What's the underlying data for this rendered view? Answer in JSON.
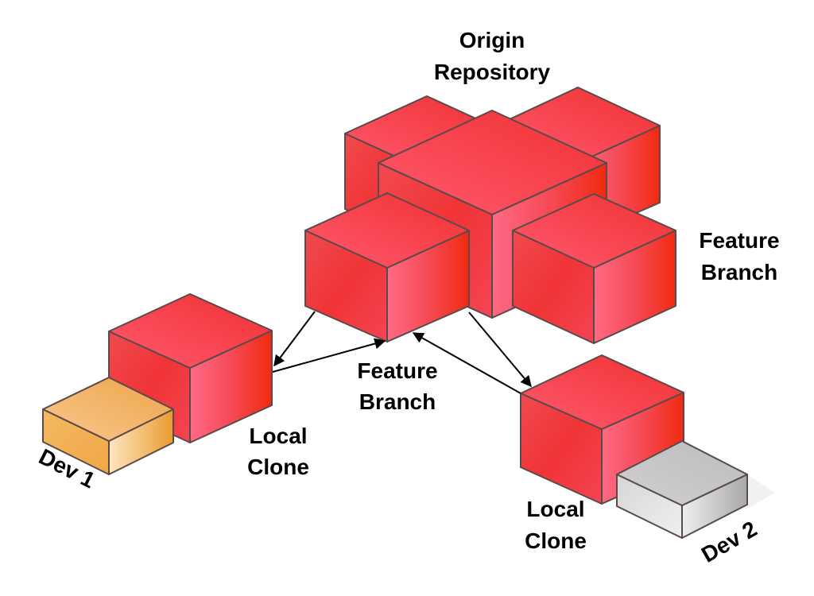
{
  "diagram": {
    "title": "Git feature branch workflow",
    "colors": {
      "repo_red": "#f03c3c",
      "repo_pink": "#ff6a80",
      "repo_deep": "#f02a10",
      "dev1_orange": "#f0a848",
      "dev1_light": "#fbe0b4",
      "dev2_gray": "#b8b8b8",
      "dev2_light": "#eeeeee",
      "edge": "#5a4a4a"
    },
    "labels": {
      "origin_line1": "Origin",
      "origin_line2": "Repository",
      "feature_right_line1": "Feature",
      "feature_right_line2": "Branch",
      "feature_mid_line1": "Feature",
      "feature_mid_line2": "Branch",
      "clone1_line1": "Local",
      "clone1_line2": "Clone",
      "clone2_line1": "Local",
      "clone2_line2": "Clone",
      "dev1": "Dev 1",
      "dev2": "Dev 2"
    },
    "nodes": [
      {
        "id": "origin",
        "label": "Origin Repository"
      },
      {
        "id": "feature-branch-left",
        "label": "Feature Branch"
      },
      {
        "id": "feature-branch-right",
        "label": "Feature Branch"
      },
      {
        "id": "local-clone-dev1",
        "label": "Local Clone"
      },
      {
        "id": "local-clone-dev2",
        "label": "Local Clone"
      },
      {
        "id": "dev1",
        "label": "Dev 1"
      },
      {
        "id": "dev2",
        "label": "Dev 2"
      }
    ],
    "edges": [
      {
        "from": "feature-branch-left",
        "to": "local-clone-dev1"
      },
      {
        "from": "local-clone-dev1",
        "to": "feature-branch-left"
      },
      {
        "from": "local-clone-dev2",
        "to": "feature-branch-left"
      },
      {
        "from": "feature-branch-left",
        "to": "local-clone-dev2"
      }
    ]
  }
}
